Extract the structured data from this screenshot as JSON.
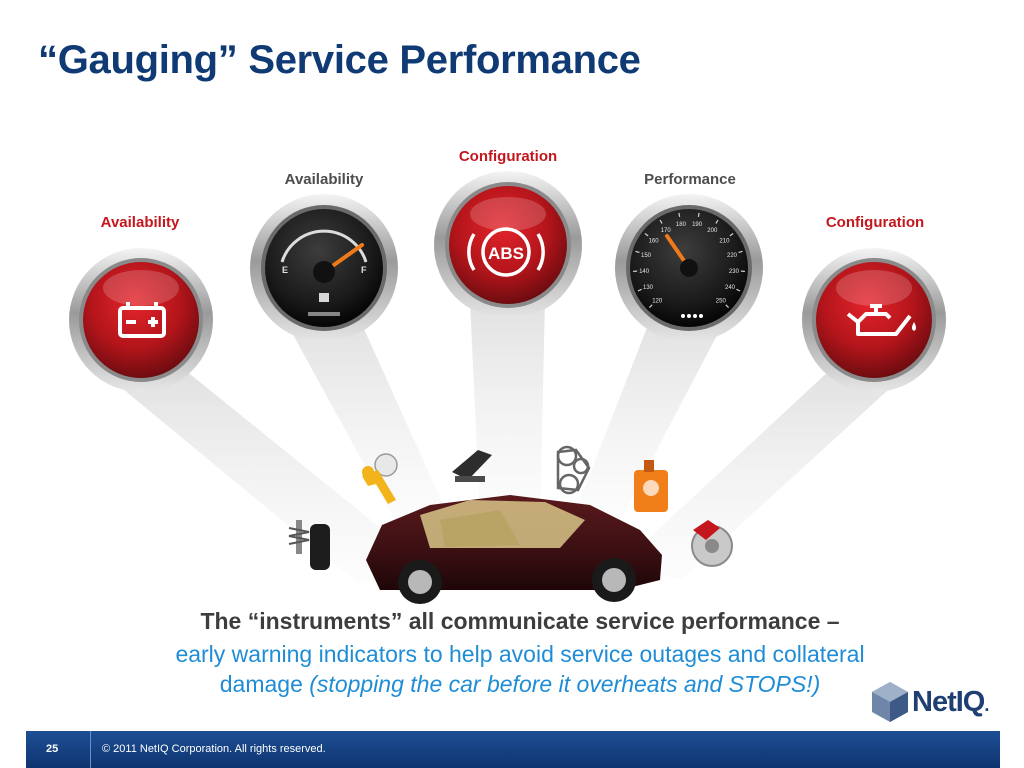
{
  "slide": {
    "title": "“Gauging” Service Performance",
    "labels": {
      "left": "Availability",
      "fuel": "Availability",
      "abs": "Configuration",
      "speed": "Performance",
      "right": "Configuration"
    },
    "gauges": {
      "abs_text": "ABS",
      "speed_ticks": [
        "120",
        "130",
        "140",
        "150",
        "160",
        "170",
        "180",
        "190",
        "200",
        "210",
        "220",
        "230",
        "240",
        "250"
      ]
    },
    "caption": {
      "line1": "The “instruments” all communicate service performance –",
      "line2": "early warning indicators to help avoid service outages and collateral",
      "line3_plain": "damage ",
      "line3_italic": "(stopping the car before it overheats and STOPS!)"
    },
    "footer": {
      "page_number": "25",
      "copyright": "© 2011 NetIQ Corporation.  All rights reserved."
    },
    "logo": {
      "text": "NetIQ",
      "suffix": "."
    }
  },
  "colors": {
    "title": "#0f3a74",
    "red_label": "#c4171d",
    "caption_blue": "#1f8dd6",
    "footer": "#1d4f95"
  }
}
